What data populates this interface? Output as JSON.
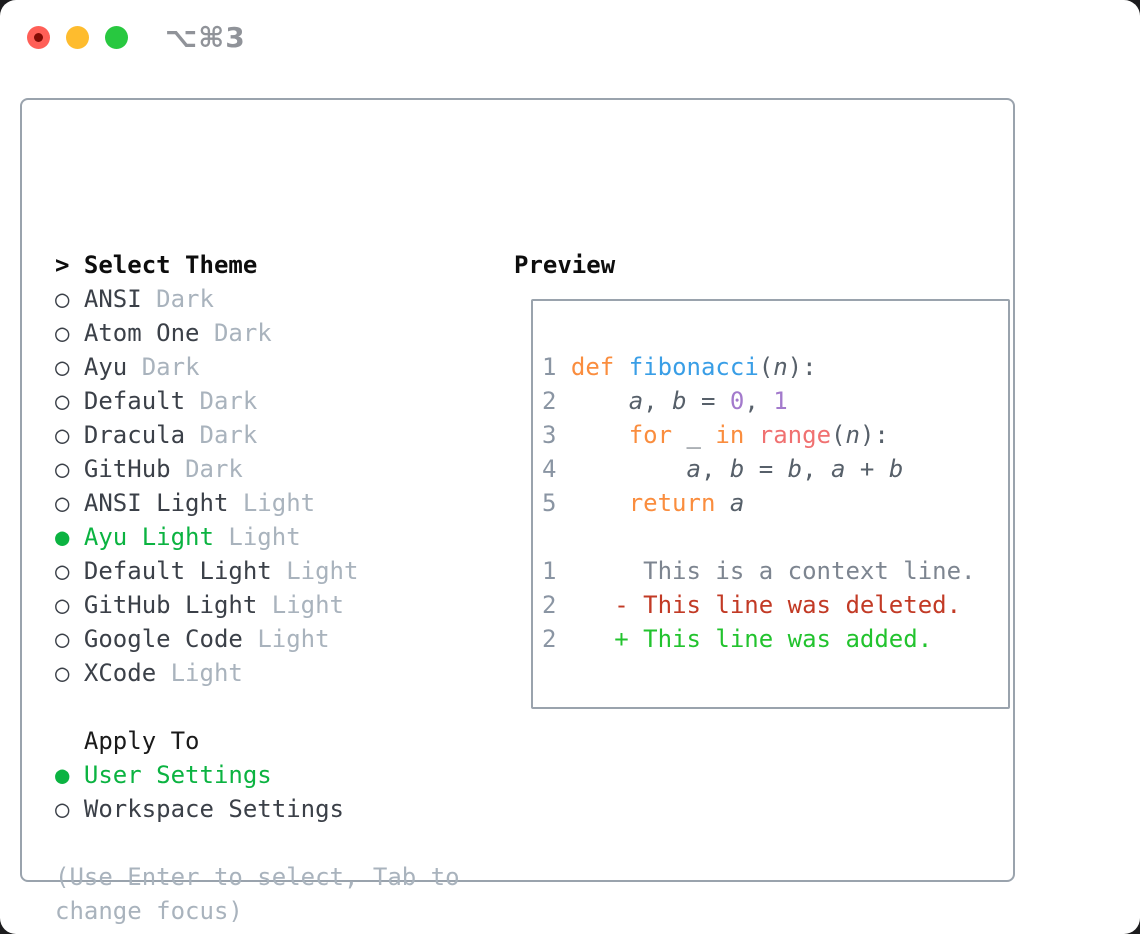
{
  "window": {
    "title": "⌥⌘3",
    "traffic_lights": [
      "close",
      "minimize",
      "zoom"
    ]
  },
  "left_panel": {
    "prompt": ">",
    "header": "Select Theme",
    "radio_unselected": "○",
    "radio_selected": "●",
    "themes": [
      {
        "name": "ANSI",
        "variant": "Dark",
        "selected": false
      },
      {
        "name": "Atom One",
        "variant": "Dark",
        "selected": false
      },
      {
        "name": "Ayu",
        "variant": "Dark",
        "selected": false
      },
      {
        "name": "Default",
        "variant": "Dark",
        "selected": false
      },
      {
        "name": "Dracula",
        "variant": "Dark",
        "selected": false
      },
      {
        "name": "GitHub",
        "variant": "Dark",
        "selected": false
      },
      {
        "name": "ANSI Light",
        "variant": "Light",
        "selected": false
      },
      {
        "name": "Ayu Light",
        "variant": "Light",
        "selected": true
      },
      {
        "name": "Default Light",
        "variant": "Light",
        "selected": false
      },
      {
        "name": "GitHub Light",
        "variant": "Light",
        "selected": false
      },
      {
        "name": "Google Code",
        "variant": "Light",
        "selected": false
      },
      {
        "name": "XCode",
        "variant": "Light",
        "selected": false
      }
    ],
    "apply_to": {
      "header": "Apply To",
      "options": [
        {
          "label": "User Settings",
          "selected": true
        },
        {
          "label": "Workspace Settings",
          "selected": false
        }
      ]
    },
    "hint_lines": [
      "(Use Enter to select, Tab to",
      "change focus)"
    ]
  },
  "preview": {
    "header": "Preview",
    "code_lines": [
      {
        "num": "1",
        "tokens": [
          [
            "def",
            "kw"
          ],
          [
            " ",
            "df"
          ],
          [
            "fibonacci",
            "fn"
          ],
          [
            "(",
            "df"
          ],
          [
            "n",
            "var"
          ],
          [
            "):",
            "df"
          ]
        ]
      },
      {
        "num": "2",
        "tokens": [
          [
            "    ",
            "df"
          ],
          [
            "a",
            "var"
          ],
          [
            ", ",
            "df"
          ],
          [
            "b",
            "var"
          ],
          [
            " = ",
            "df"
          ],
          [
            "0",
            "num"
          ],
          [
            ", ",
            "df"
          ],
          [
            "1",
            "num"
          ]
        ]
      },
      {
        "num": "3",
        "tokens": [
          [
            "    ",
            "df"
          ],
          [
            "for",
            "kw"
          ],
          [
            " _ ",
            "df"
          ],
          [
            "in",
            "kw"
          ],
          [
            " ",
            "df"
          ],
          [
            "range",
            "rng"
          ],
          [
            "(",
            "df"
          ],
          [
            "n",
            "var"
          ],
          [
            "):",
            "df"
          ]
        ]
      },
      {
        "num": "4",
        "tokens": [
          [
            "        ",
            "df"
          ],
          [
            "a",
            "var"
          ],
          [
            ", ",
            "df"
          ],
          [
            "b",
            "var"
          ],
          [
            " = ",
            "df"
          ],
          [
            "b",
            "var"
          ],
          [
            ", ",
            "df"
          ],
          [
            "a",
            "var"
          ],
          [
            " + ",
            "df"
          ],
          [
            "b",
            "var"
          ]
        ]
      },
      {
        "num": "5",
        "tokens": [
          [
            "    ",
            "df"
          ],
          [
            "return",
            "kw"
          ],
          [
            " ",
            "df"
          ],
          [
            "a",
            "var"
          ]
        ]
      },
      {
        "num": "",
        "tokens": []
      },
      {
        "num": "1",
        "tokens": [
          [
            "     ",
            "df"
          ],
          [
            "This is a context line.",
            "ctx"
          ]
        ]
      },
      {
        "num": "2",
        "tokens": [
          [
            "   ",
            "df"
          ],
          [
            "- This line was deleted.",
            "del"
          ]
        ]
      },
      {
        "num": "2",
        "tokens": [
          [
            "   ",
            "df"
          ],
          [
            "+ This line was added.",
            "add"
          ]
        ]
      }
    ]
  },
  "colors": {
    "border": "#9aa3ad",
    "list_text": "#3b4048",
    "muted": "#a9b3bd",
    "accent_green": "#0bb341",
    "code_text": "#57606a",
    "line_number": "#8a95a3",
    "keyword_orange": "#fa8d3e",
    "function_blue": "#399ee6",
    "builtin_coral": "#f07171",
    "number_purple": "#a37acc",
    "context_gray": "#7d8590",
    "diff_deleted": "#c23a25",
    "diff_added": "#22c32e",
    "tl_red": "#ff5f57",
    "tl_red_dot": "#820c05",
    "tl_yellow": "#febc2e",
    "tl_green": "#28c840"
  }
}
